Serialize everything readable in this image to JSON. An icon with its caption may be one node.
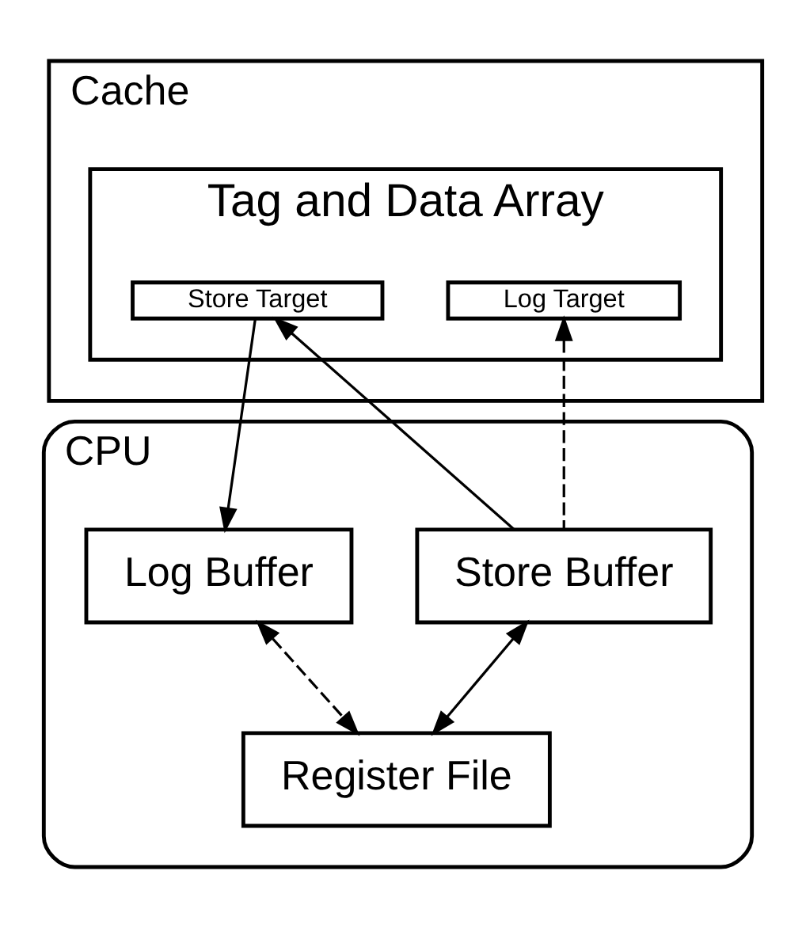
{
  "diagram": {
    "nodes": [
      {
        "text": [
          "Cache"
        ]
      },
      {
        "text": [
          "Tag and Data Array"
        ],
        "in": 0
      },
      {
        "text": [
          "Log Target"
        ],
        "in": 1
      },
      {
        "text": [
          "Store Target"
        ],
        "in": 1
      },
      {
        "text": [
          "CPU"
        ]
      },
      {
        "text": [
          "Log Buffer"
        ],
        "in": 4
      },
      {
        "text": [
          "Store Buffer"
        ],
        "in": 4
      },
      {
        "text": [
          "Register File"
        ],
        "in": 4
      }
    ],
    "edges": [
      {
        "from": 3,
        "to": 5,
        "arrow": "to"
      },
      {
        "from": 6,
        "to": 2,
        "arrow": "to",
        "style": "dashed"
      },
      {
        "from": 6,
        "to": 3,
        "arrow": "to"
      },
      {
        "from": 5,
        "to": 7,
        "arrow": "both",
        "style": "dashed"
      },
      {
        "from": 6,
        "to": 7,
        "arrow": "both"
      }
    ]
  }
}
